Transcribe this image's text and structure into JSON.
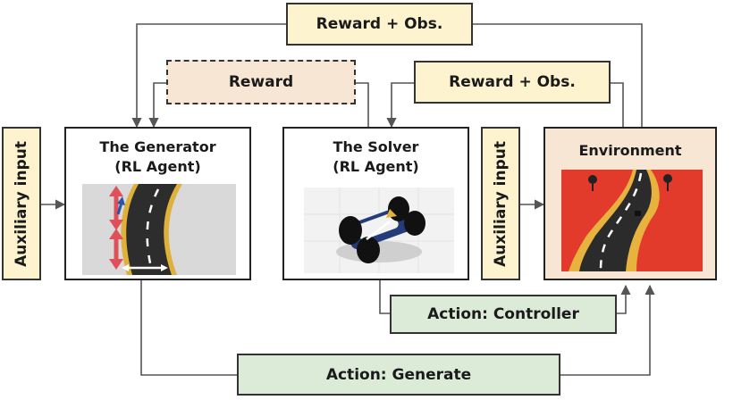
{
  "top_box": {
    "label": "Reward + Obs."
  },
  "reward_box": {
    "label": "Reward"
  },
  "mid_box": {
    "label": "Reward + Obs."
  },
  "aux_left": {
    "label": "Auxiliary input"
  },
  "aux_right": {
    "label": "Auxiliary input"
  },
  "generator": {
    "title_line1": "The Generator",
    "title_line2": "(RL Agent)"
  },
  "solver": {
    "title_line1": "The Solver",
    "title_line2": "(RL Agent)"
  },
  "environment": {
    "title": "Environment"
  },
  "action_controller": {
    "label": "Action: Controller"
  },
  "action_generate": {
    "label": "Action: Generate"
  },
  "colors": {
    "yellow_box": "#fdf3cf",
    "peach_box": "#f6e6d3",
    "green_box": "#dcebd8",
    "environment_bg": "#f6e6d3",
    "line": "#555555"
  }
}
